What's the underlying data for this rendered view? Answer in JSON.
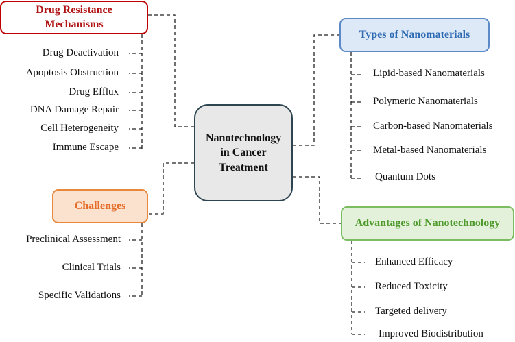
{
  "center": {
    "title": "Nanotechnology in  Cancer Treatment"
  },
  "drug_resistance": {
    "title": "Drug Resistance Mechanisms",
    "items": [
      "Drug Deactivation",
      "Apoptosis Obstruction",
      "Drug Efflux",
      "DNA Damage Repair",
      "Cell Heterogeneity",
      "Immune Escape"
    ]
  },
  "types": {
    "title": "Types of Nanomaterials",
    "items": [
      "Lipid-based Nanomaterials",
      "Polymeric Nanomaterials",
      "Carbon-based Nanomaterials",
      "Metal-based Nanomaterials",
      "Quantum Dots"
    ]
  },
  "challenges": {
    "title": "Challenges",
    "items": [
      "Preclinical Assessment",
      "Clinical Trials",
      "Specific Validations"
    ]
  },
  "advantages": {
    "title": "Advantages of Nanotechnology",
    "items": [
      "Enhanced Efficacy",
      "Reduced Toxicity",
      "Targeted delivery",
      "Improved Biodistribution"
    ]
  },
  "colors": {
    "drug_resistance": "#c00000",
    "types": "#2e6bb4",
    "challenges": "#e46c28",
    "advantages": "#4e9a2d",
    "center_fill": "#e8e8e8"
  }
}
